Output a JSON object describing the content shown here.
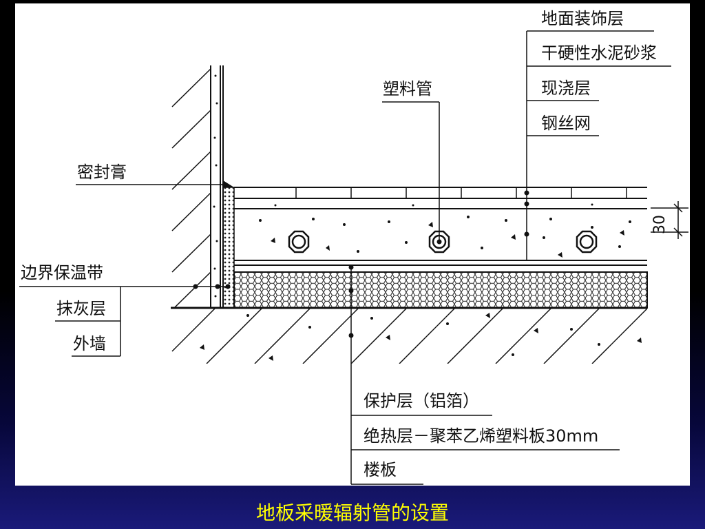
{
  "caption": "地板采暖辐射管的设置",
  "labels": {
    "floor_finish": "地面装饰层",
    "dry_mortar": "干硬性水泥砂浆",
    "cast_layer": "现浇层",
    "wire_mesh": "钢丝网",
    "plastic_pipe": "塑料管",
    "sealant": "密封膏",
    "edge_strip": "边界保温带",
    "plaster": "抹灰层",
    "outer_wall": "外墙",
    "protective": "保护层（铝箔）",
    "insulation": "绝热层－聚苯乙烯塑料板30mm",
    "floor_slab": "楼板",
    "dimension": "30"
  },
  "colors": {
    "caption": "#ffff00",
    "panel": "#ffffff",
    "ink": "#111111"
  }
}
